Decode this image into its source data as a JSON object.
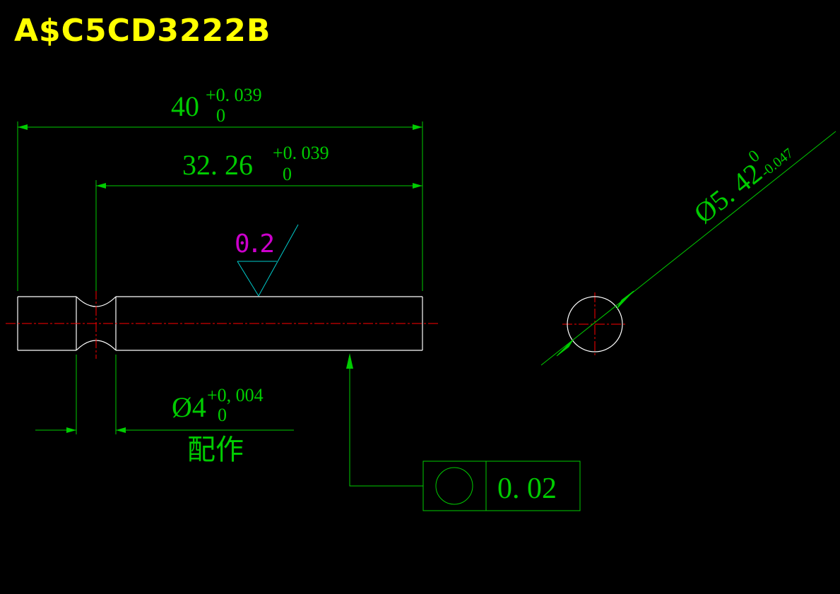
{
  "drawing": {
    "part_number": "A$C5CD3222B",
    "colors": {
      "background": "#000000",
      "title": "#ffff00",
      "dimension": "#00cc00",
      "outline": "#ffffff",
      "centerline": "#ff0000",
      "roughness_symbol": "#00cccc",
      "roughness_value": "#cc00cc"
    }
  },
  "dimensions": {
    "overall_length": {
      "nominal": "40",
      "upper": "+0. 039",
      "lower": "0"
    },
    "partial_length": {
      "nominal": "32. 26",
      "upper": "+0. 039",
      "lower": "0"
    },
    "neck_diameter": {
      "nominal": "Ø4",
      "upper": "+0, 004",
      "lower": "0",
      "note": "配作"
    },
    "outer_diameter": {
      "nominal": "Ø5. 42",
      "upper": "0",
      "lower": "-0.047"
    }
  },
  "surface_roughness": {
    "value": "0.2"
  },
  "tolerance_frame": {
    "symbol": "circularity-icon",
    "value": "0. 02"
  }
}
